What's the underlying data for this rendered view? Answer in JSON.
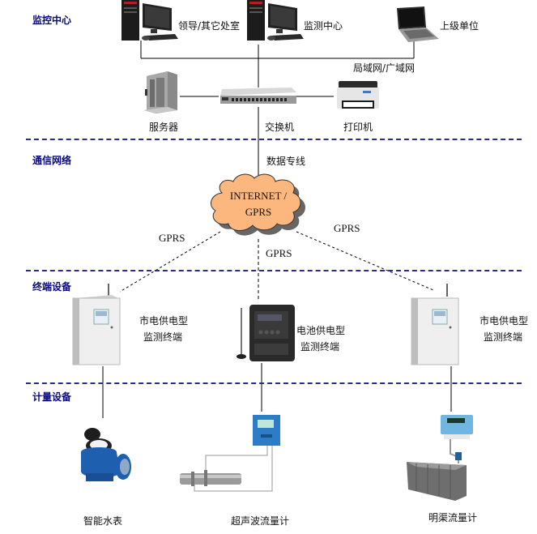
{
  "sections": {
    "monitor_center": "监控中心",
    "comm_network": "通信网络",
    "terminal_devices": "终端设备",
    "metering_devices": "计量设备"
  },
  "monitor_center": {
    "pc1_label": "领导/其它处室",
    "pc2_label": "监测中心",
    "laptop_label": "上级单位",
    "lan_label": "局域网/广域网",
    "server_label": "服务器",
    "switch_label": "交换机",
    "printer_label": "打印机"
  },
  "comm_network": {
    "dedicated_line_label": "数据专线",
    "cloud_line1": "INTERNET /",
    "cloud_line2": "GPRS",
    "gprs_left": "GPRS",
    "gprs_center": "GPRS",
    "gprs_right": "GPRS",
    "cloud_color": "#fbb77e"
  },
  "terminals": [
    {
      "line1": "市电供电型",
      "line2": "监测终端"
    },
    {
      "line1": "电池供电型",
      "line2": "监测终端"
    },
    {
      "line1": "市电供电型",
      "line2": "监测终端"
    }
  ],
  "meters": [
    {
      "label": "智能水表"
    },
    {
      "label": "超声波流量计"
    },
    {
      "label": "明渠流量计"
    }
  ],
  "colors": {
    "section_title": "#0a0a7a",
    "separator": "#2b2b8a"
  }
}
